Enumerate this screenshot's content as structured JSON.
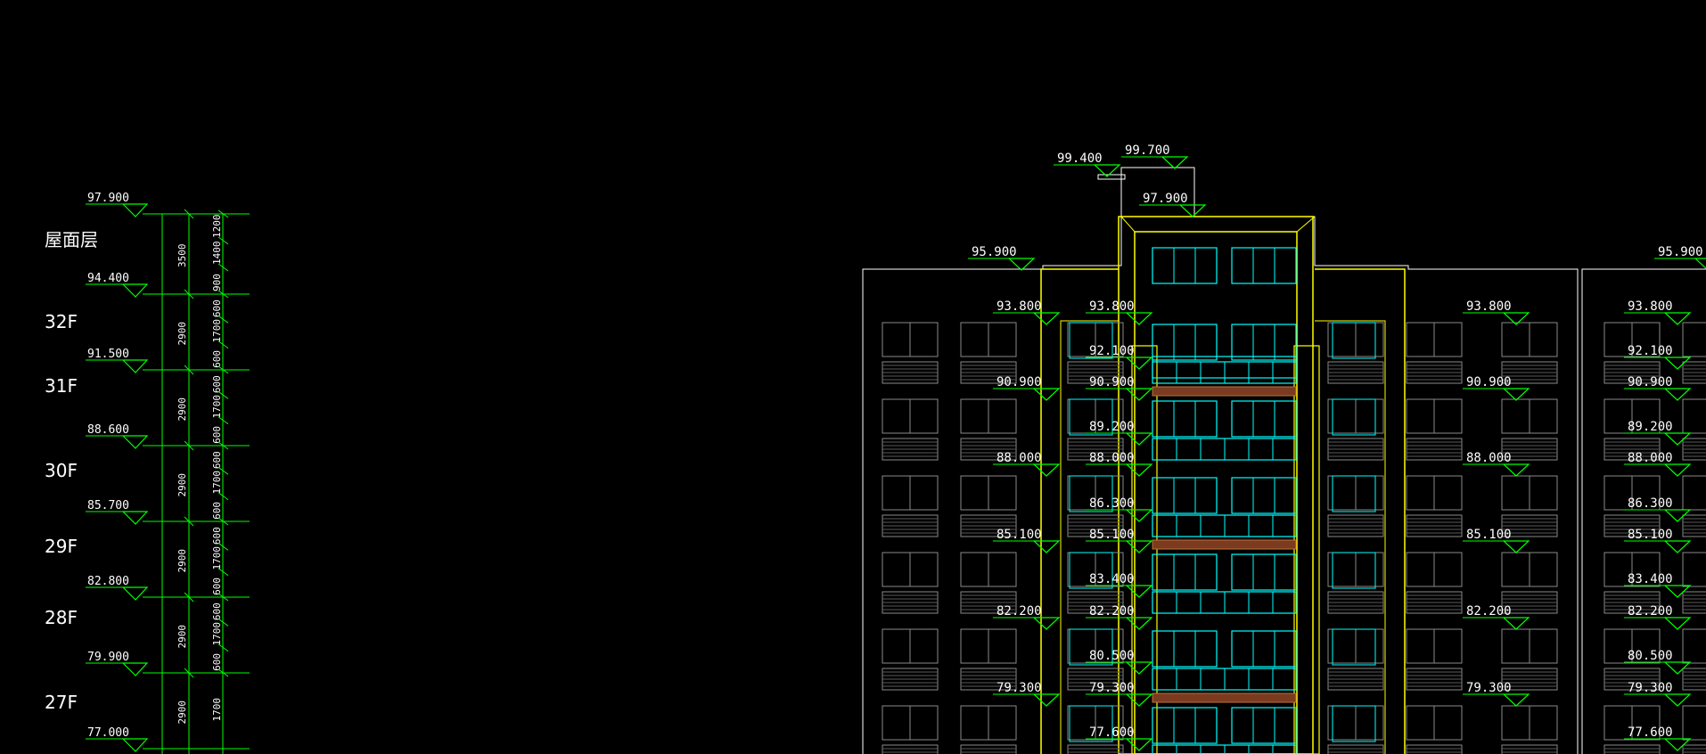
{
  "left_panel": {
    "roof_label": "屋面层",
    "levels": [
      {
        "elev": "97.900",
        "floor": ""
      },
      {
        "elev": "94.400",
        "floor": "32F"
      },
      {
        "elev": "91.500",
        "floor": "31F"
      },
      {
        "elev": "88.600",
        "floor": "30F"
      },
      {
        "elev": "85.700",
        "floor": "29F"
      },
      {
        "elev": "82.800",
        "floor": "28F"
      },
      {
        "elev": "79.900",
        "floor": "27F"
      },
      {
        "elev": "77.000",
        "floor": ""
      }
    ],
    "total_dims": [
      "3500",
      "2900",
      "2900",
      "2900",
      "2900",
      "2900",
      "2900"
    ],
    "part_dims": [
      [
        "1200",
        "1400",
        "900"
      ],
      [
        "600",
        "1700",
        "600"
      ],
      [
        "600",
        "1700",
        "600"
      ],
      [
        "600",
        "1700",
        "600"
      ],
      [
        "600",
        "1700",
        "600"
      ],
      [
        "600",
        "1700",
        "600"
      ],
      [
        "1700"
      ]
    ]
  },
  "elevation": {
    "top_marks": [
      "99.400",
      "99.700",
      "97.900"
    ],
    "parapet_marks": [
      "95.900",
      "95.900"
    ],
    "side_levels": [
      "93.800",
      "90.900",
      "88.000",
      "85.100",
      "82.200",
      "79.300"
    ],
    "core_levels": [
      "93.800",
      "92.100",
      "90.900",
      "89.200",
      "88.000",
      "86.300",
      "85.100",
      "83.400",
      "82.200",
      "80.500",
      "79.300",
      "77.600"
    ],
    "right_levels": [
      "93.800",
      "92.100",
      "90.900",
      "89.200",
      "88.000",
      "86.300",
      "85.100",
      "83.400",
      "82.200",
      "80.500",
      "79.300",
      "77.600"
    ]
  }
}
